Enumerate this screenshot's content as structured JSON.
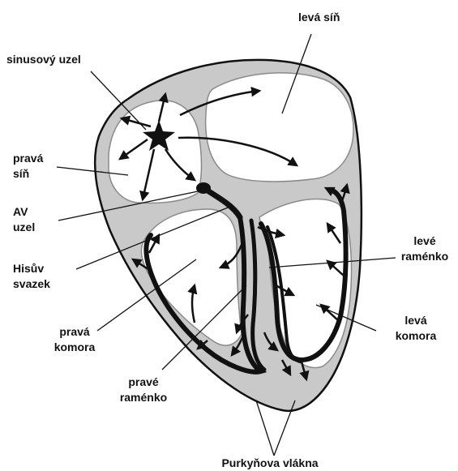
{
  "labels": {
    "left_atrium": "levá síň",
    "sinus_node": "sinusový uzel",
    "right_atrium_1": "pravá",
    "right_atrium_2": "síň",
    "av_node_1": "AV",
    "av_node_2": "uzel",
    "his_bundle_1": "Hisův",
    "his_bundle_2": "svazek",
    "right_ventricle_1": "pravá",
    "right_ventricle_2": "komora",
    "left_branch_1": "levé",
    "left_branch_2": "raménko",
    "left_ventricle_1": "levá",
    "left_ventricle_2": "komora",
    "right_branch_1": "pravé",
    "right_branch_2": "raménko",
    "purkinje_fibers": "Purkyňova vlákna"
  },
  "colors": {
    "outline": "#111111",
    "wall_fill": "#c9c9c9",
    "chamber_fill": "#ffffff"
  }
}
